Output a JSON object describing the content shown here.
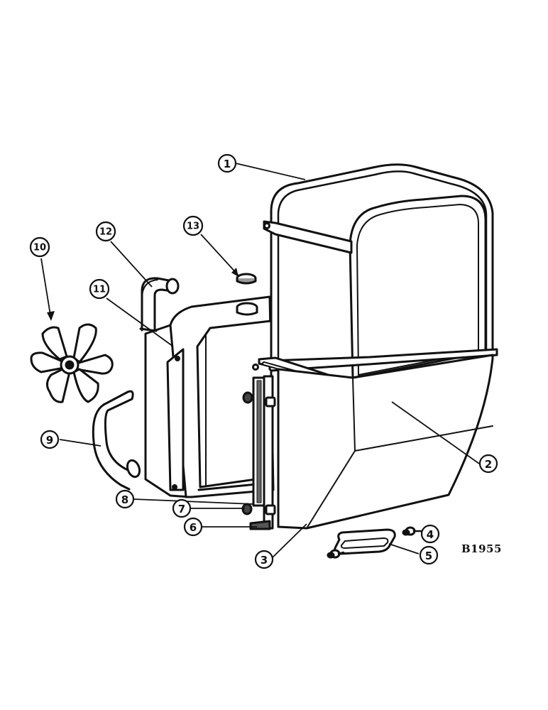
{
  "diagram": {
    "ref_code": "B1955",
    "callouts": [
      {
        "id": "c1",
        "label": "1"
      },
      {
        "id": "c2",
        "label": "2"
      },
      {
        "id": "c3",
        "label": "3"
      },
      {
        "id": "c4",
        "label": "4"
      },
      {
        "id": "c5",
        "label": "5"
      },
      {
        "id": "c6",
        "label": "6"
      },
      {
        "id": "c7",
        "label": "7"
      },
      {
        "id": "c8",
        "label": "8"
      },
      {
        "id": "c9",
        "label": "9"
      },
      {
        "id": "c10",
        "label": "10"
      },
      {
        "id": "c11",
        "label": "11"
      },
      {
        "id": "c12",
        "label": "12"
      },
      {
        "id": "c13",
        "label": "13"
      }
    ]
  }
}
